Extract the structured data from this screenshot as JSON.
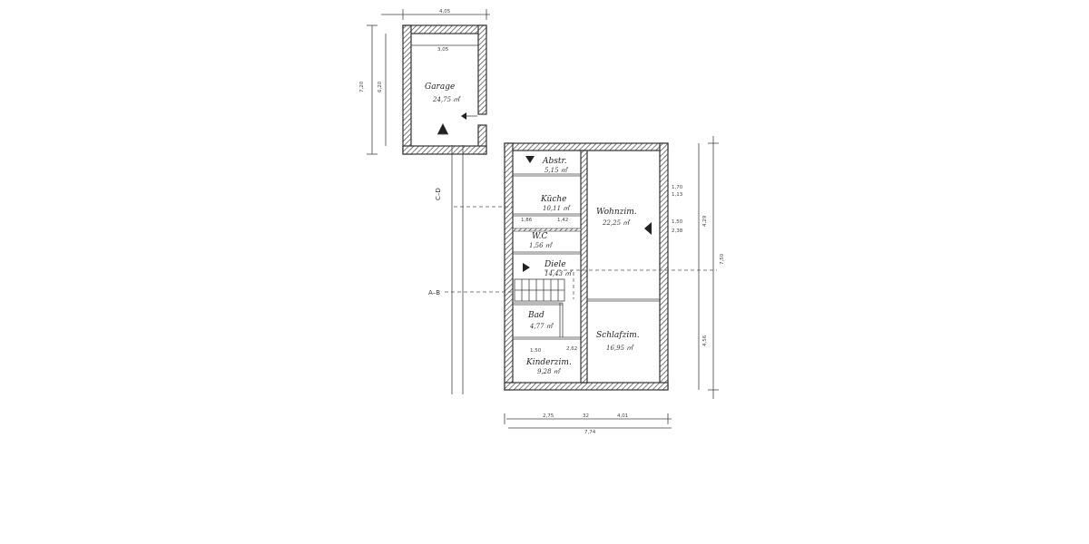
{
  "rooms": {
    "garage": {
      "name": "Garage",
      "area": "24,75 ㎡"
    },
    "abstell": {
      "name": "Abstr.",
      "area": "5,15 ㎡"
    },
    "kueche": {
      "name": "Küche",
      "area": "10,11 ㎡"
    },
    "wc": {
      "name": "W.C",
      "area": "1,56 ㎡"
    },
    "diele": {
      "name": "Diele",
      "area": "14,43 ㎡"
    },
    "bad": {
      "name": "Bad",
      "area": "4,77 ㎡"
    },
    "kinder": {
      "name": "Kinderzim.",
      "area": "9,28 ㎡"
    },
    "wohn": {
      "name": "Wohnzim.",
      "area": "22,25 ㎡"
    },
    "schlaf": {
      "name": "Schlafzim.",
      "area": "16,95 ㎡"
    }
  },
  "sections": {
    "cd": "C–D",
    "ab": "A–B"
  },
  "dimensions": {
    "garage_width_outer": "4,05",
    "garage_width_inner": "3,05",
    "garage_height": "7,20",
    "garage_height_inner": "6,20",
    "total_width": "7,74",
    "bottom_left": "2,75",
    "bottom_mid": "32",
    "bottom_right": "4,01",
    "right_total": "7,50",
    "right_upper": "4,29",
    "right_lower": "4,56",
    "bad_width": "1,50",
    "diele_span1": "1,86",
    "diele_span2": "1,42",
    "kinder_width": "2,62",
    "wohn_window_1": "1,70",
    "wohn_window_2": "1,13",
    "wohn_door_1": "1,50",
    "wohn_door_2": "2,38"
  }
}
